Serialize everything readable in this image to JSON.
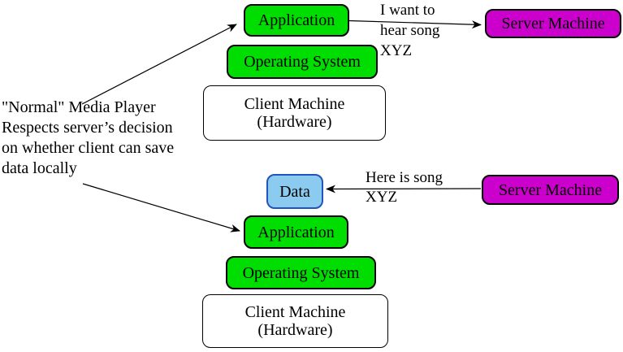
{
  "colors": {
    "app_green": "#00DD00",
    "server_magenta": "#CC00CC",
    "data_fill": "#8CCBF0",
    "data_border": "#2255BB",
    "box_border": "#000000",
    "background": "#FFFFFF"
  },
  "annotation": {
    "text": "\"Normal\" Media Player\nRespects server’s decision\non whether client can save\ndata locally"
  },
  "top_stack": {
    "application": "Application",
    "operating_system": "Operating System",
    "client_machine": "Client Machine\n(Hardware)"
  },
  "bottom_stack": {
    "data": "Data",
    "application": "Application",
    "operating_system": "Operating System",
    "client_machine": "Client Machine\n(Hardware)"
  },
  "servers": {
    "top": "Server Machine",
    "bottom": "Server Machine"
  },
  "messages": {
    "request": "I want to\nhear song\nXYZ",
    "response": "Here is song\nXYZ"
  }
}
